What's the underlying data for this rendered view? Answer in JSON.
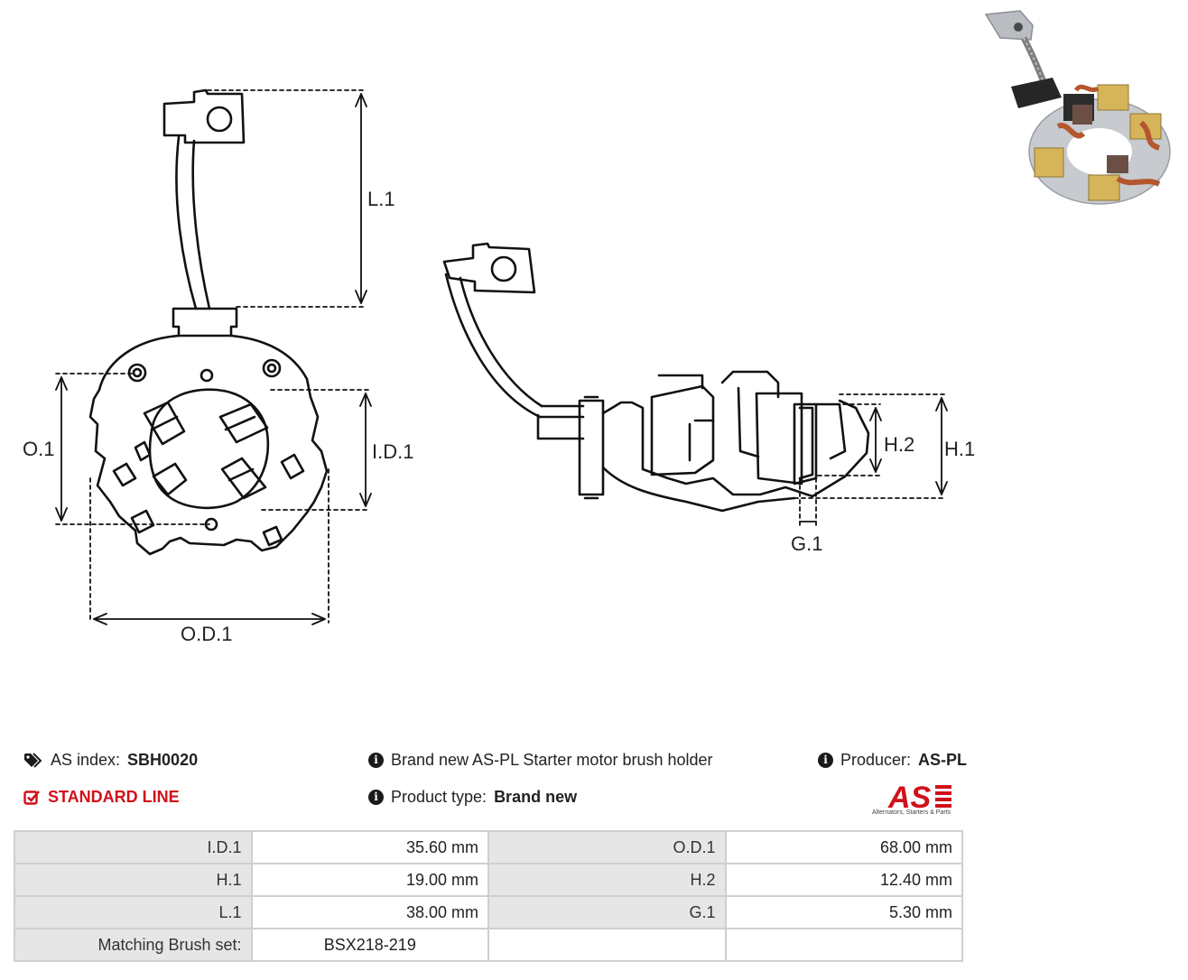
{
  "diagram": {
    "labels": {
      "l1": "L.1",
      "o1": "O.1",
      "id1": "I.D.1",
      "od1": "O.D.1",
      "h1": "H.1",
      "h2": "H.2",
      "g1": "G.1"
    }
  },
  "info": {
    "as_index_label": "AS index:",
    "as_index_value": "SBH0020",
    "standard_line": "STANDARD LINE",
    "description": "Brand new AS-PL Starter motor brush holder",
    "product_type_label": "Product type:",
    "product_type_value": "Brand new",
    "producer_label": "Producer:",
    "producer_value": "AS-PL",
    "logo_text": "AS",
    "logo_tagline": "Alternators, Starters & Parts"
  },
  "specs": {
    "rows": [
      {
        "l1": "I.D.1",
        "v1": "35.60 mm",
        "l2": "O.D.1",
        "v2": "68.00 mm"
      },
      {
        "l1": "H.1",
        "v1": "19.00 mm",
        "l2": "H.2",
        "v2": "12.40 mm"
      },
      {
        "l1": "L.1",
        "v1": "38.00 mm",
        "l2": "G.1",
        "v2": "5.30 mm"
      },
      {
        "l1": "Matching Brush set:",
        "v1": "BSX218-219",
        "l2": "",
        "v2": ""
      }
    ]
  },
  "colors": {
    "accent_red": "#d0111b",
    "table_label_bg": "#e6e6e6",
    "table_border": "#cfcfcf"
  }
}
